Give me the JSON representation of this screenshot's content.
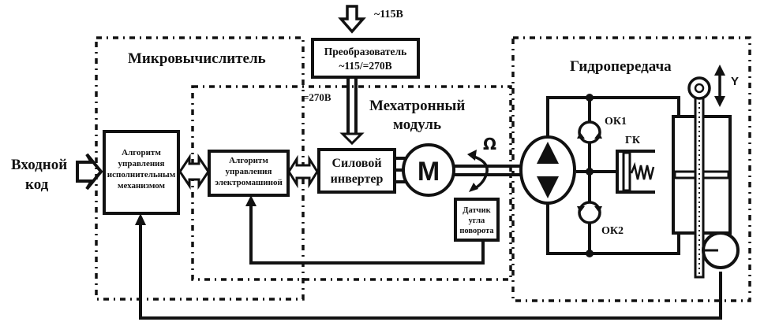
{
  "groups": {
    "microcomputer": "Микровычислитель",
    "mechatronic_line1": "Мехатронный",
    "mechatronic_line2": "модуль",
    "hydro": "Гидропередача"
  },
  "input": {
    "line1": "Входной",
    "line2": "код"
  },
  "supply": {
    "ac": "~115В",
    "dc": "=270В"
  },
  "converter": {
    "line1": "Преобразователь",
    "line2": "~115/=270В"
  },
  "actuator_algo": {
    "line1": "Алгоритм",
    "line2": "управления",
    "line3": "исполнительным",
    "line4": "механизмом"
  },
  "motor_algo": {
    "line1": "Алгоритм",
    "line2": "управления",
    "line3": "электромашиной"
  },
  "inverter": {
    "line1": "Силовой",
    "line2": "инвертер"
  },
  "motor": {
    "label": "M"
  },
  "omega": {
    "label": "Ω"
  },
  "sensor": {
    "line1": "Датчик",
    "line2": "угла",
    "line3": "поворота"
  },
  "valves": {
    "ok1": "ОК1",
    "ok2": "ОК2",
    "gk": "ГК"
  },
  "output": {
    "label": "Y"
  }
}
